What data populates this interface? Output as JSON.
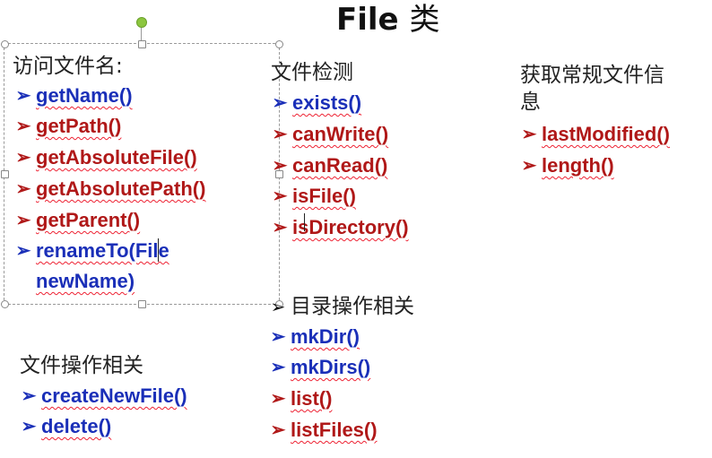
{
  "title": {
    "en": "File",
    "cn": "类"
  },
  "groups": {
    "access": {
      "heading": "访问文件名:",
      "items": [
        {
          "label": "getName()",
          "color": "blue"
        },
        {
          "label": "getPath()",
          "color": "red"
        },
        {
          "label": "getAbsoluteFile()",
          "color": "red"
        },
        {
          "label": "getAbsolutePath()",
          "color": "red"
        },
        {
          "label": "getParent()",
          "color": "red"
        },
        {
          "label": "renameTo(File",
          "color": "blue"
        },
        {
          "label": "newName)",
          "color": "blue"
        }
      ]
    },
    "detect": {
      "heading": "文件检测",
      "items": [
        {
          "label": "exists()",
          "color": "blue"
        },
        {
          "label": "canWrite()",
          "color": "red"
        },
        {
          "label": "canRead()",
          "color": "red"
        },
        {
          "label": "isFile()",
          "color": "red"
        },
        {
          "label": "isDirectory()",
          "color": "red"
        }
      ]
    },
    "info": {
      "heading_line1": "获取常规文件信",
      "heading_line2": "息",
      "items": [
        {
          "label": "lastModified()",
          "color": "red"
        },
        {
          "label": "length()",
          "color": "red"
        }
      ]
    },
    "directory": {
      "heading": "目录操作相关",
      "items": [
        {
          "label": "mkDir()",
          "color": "blue"
        },
        {
          "label": "mkDirs()",
          "color": "blue"
        },
        {
          "label": "list()",
          "color": "red"
        },
        {
          "label": "listFiles()",
          "color": "red"
        }
      ]
    },
    "fileops": {
      "heading": "文件操作相关",
      "items": [
        {
          "label": "createNewFile()",
          "color": "blue"
        },
        {
          "label": "delete()",
          "color": "blue"
        }
      ]
    }
  },
  "colors": {
    "blue": "#1a2fb8",
    "red": "#b01818",
    "selection_border": "#9a9a9a",
    "rotate_handle": "#8cc63f"
  },
  "icons": {
    "bullet": "arrowhead-bullet-icon",
    "rotate": "rotate-handle-icon",
    "resize": "resize-handle-icon"
  }
}
